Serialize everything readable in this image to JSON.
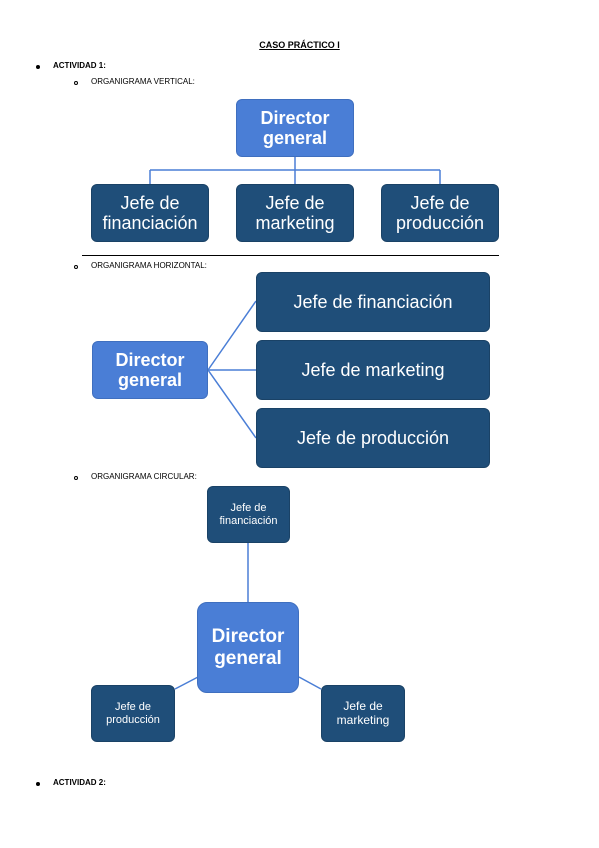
{
  "title": "CASO PRÁCTICO I",
  "activity1": {
    "label": "ACTIVIDAD 1:"
  },
  "activity2": {
    "label": "ACTIVIDAD 2:"
  },
  "vertical": {
    "label": "ORGANIGRAMA VERTICAL:",
    "root": "Director general",
    "children": [
      "Jefe de financiación",
      "Jefe de marketing",
      "Jefe de producción"
    ]
  },
  "horizontal": {
    "label": "ORGANIGRAMA HORIZONTAL:",
    "root": "Director general",
    "children": [
      "Jefe de financiación",
      "Jefe de marketing",
      "Jefe de producción"
    ]
  },
  "circular": {
    "label": "ORGANIGRAMA CIRCULAR:",
    "root": "Director general",
    "top": "Jefe de financiación",
    "left": "Jefe de producción",
    "right": "Jefe de marketing"
  },
  "colors": {
    "dark_box": "#1f4e79",
    "light_box": "#4a7ed6",
    "connector": "#4a7ed6"
  }
}
